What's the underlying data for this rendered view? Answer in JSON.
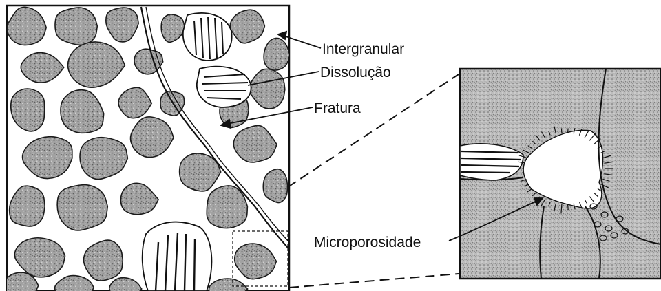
{
  "labels": {
    "intergranular": "Intergranular",
    "dissolucao": "Dissolução",
    "fratura": "Fratura",
    "microporosidade": "Microporosidade"
  },
  "colors": {
    "grain_fill": "#9a9a9a",
    "grain_stroke": "#1a1a1a",
    "pore": "#ffffff",
    "ink": "#111111"
  }
}
